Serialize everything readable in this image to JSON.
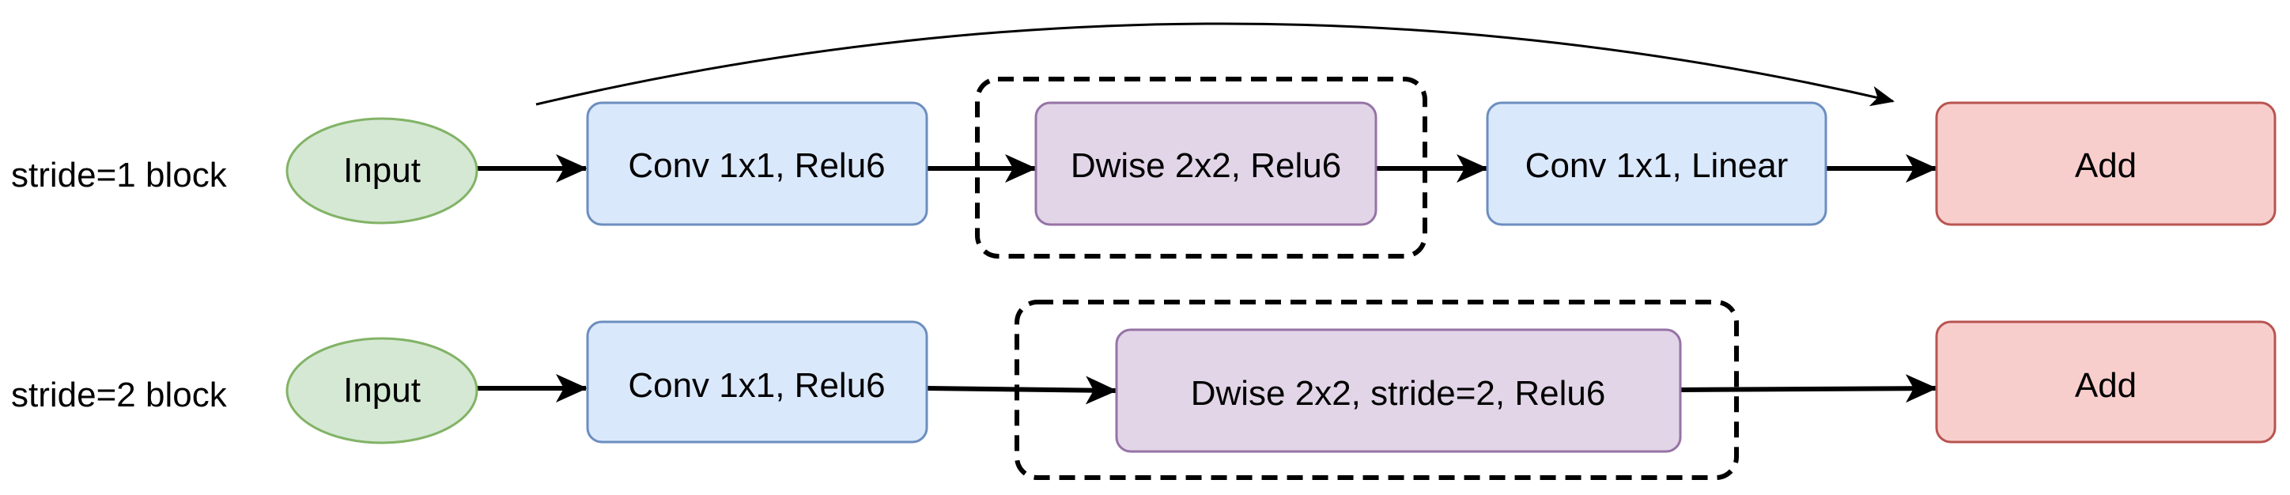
{
  "rows": [
    {
      "label": "stride=1 block",
      "nodes": [
        {
          "text": "Input"
        },
        {
          "text": "Conv 1x1, Relu6"
        },
        {
          "text": "Dwise 2x2, Relu6"
        },
        {
          "text": "Conv 1x1, Linear"
        },
        {
          "text": "Add"
        }
      ]
    },
    {
      "label": "stride=2 block",
      "nodes": [
        {
          "text": "Input"
        },
        {
          "text": "Conv 1x1, Relu6"
        },
        {
          "text": "Dwise 2x2, stride=2, Relu6"
        },
        {
          "text": "Add"
        }
      ]
    }
  ],
  "colors": {
    "input_fill": "#d5e8d4",
    "input_stroke": "#82b366",
    "conv_fill": "#dae8fc",
    "conv_stroke": "#6c8ebf",
    "dwise_fill": "#e1d5e7",
    "dwise_stroke": "#9673a6",
    "add_fill": "#f8cecc",
    "add_stroke": "#b85450"
  }
}
